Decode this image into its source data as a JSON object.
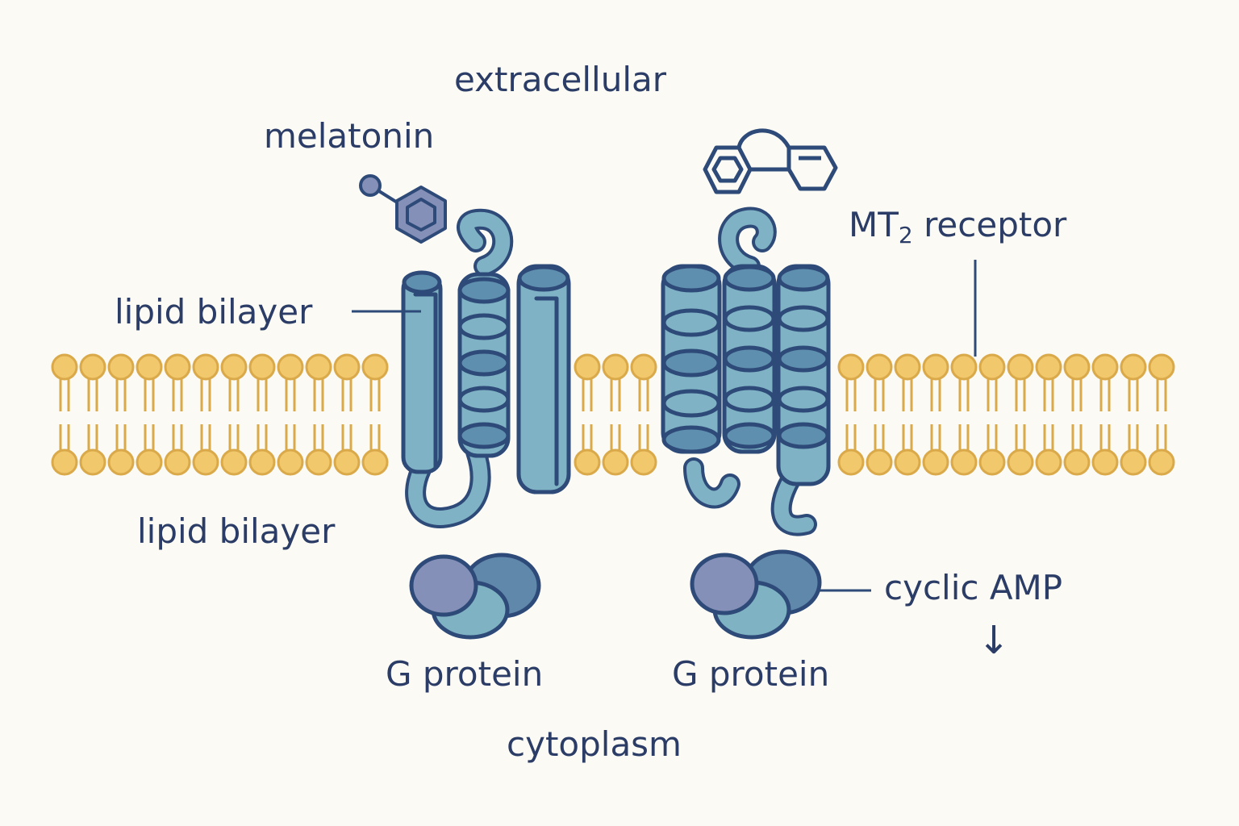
{
  "labels": {
    "extracellular": "extracellular",
    "melatonin": "melatonin",
    "lipid_bilayer_upper": "lipid bilayer",
    "lipid_bilayer_lower": "lipid bilayer",
    "receptor_prefix": "MT",
    "receptor_subscript": "2",
    "receptor_suffix": " receptor",
    "cyclic_amp": "cyclic AMP",
    "decrease_arrow": "↓",
    "g_protein_left": "G protein",
    "g_protein_right": "G protein",
    "cytoplasm": "cytoplasm"
  },
  "colors": {
    "background": "#fbfaf4",
    "ink": "#2b3d66",
    "outline": "#2e4a78",
    "lipid_head": "#f2c86c",
    "lipid_outline": "#d9a94a",
    "helix_fill": "#7fb2c4",
    "helix_dark": "#5f8fae",
    "gprotein_purple": "#8590b8",
    "gprotein_blue": "#5f88aa",
    "gprotein_teal": "#7fb3c3",
    "ligand_fill": "#8590b8"
  }
}
